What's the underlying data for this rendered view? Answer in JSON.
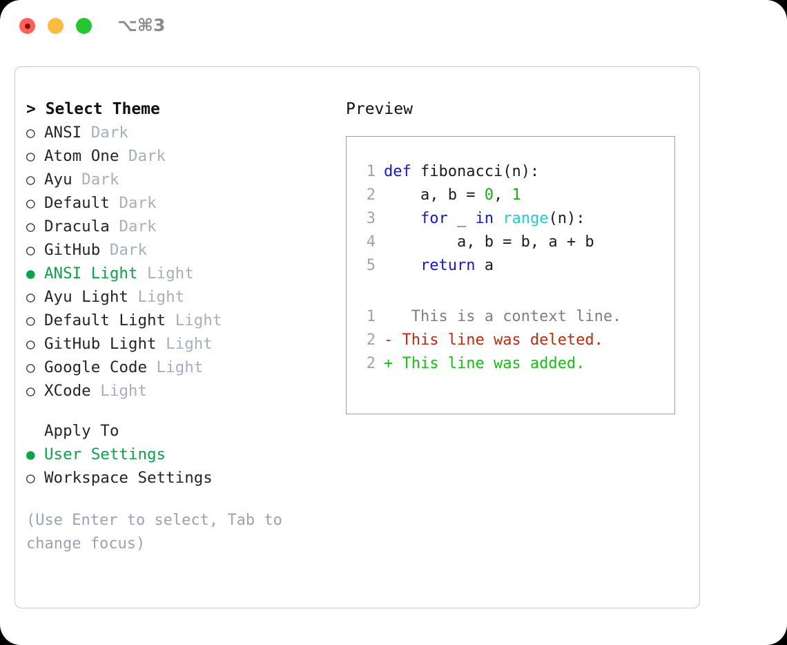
{
  "window": {
    "shortcut": "⌥⌘3",
    "traffic_lights": [
      "close",
      "minimize",
      "zoom"
    ]
  },
  "theme_panel": {
    "header": "> Select Theme",
    "items": [
      {
        "marker": "○",
        "name": "ANSI",
        "variant": "Dark",
        "selected": false
      },
      {
        "marker": "○",
        "name": "Atom One",
        "variant": "Dark",
        "selected": false
      },
      {
        "marker": "○",
        "name": "Ayu",
        "variant": "Dark",
        "selected": false
      },
      {
        "marker": "○",
        "name": "Default",
        "variant": "Dark",
        "selected": false
      },
      {
        "marker": "○",
        "name": "Dracula",
        "variant": "Dark",
        "selected": false
      },
      {
        "marker": "○",
        "name": "GitHub",
        "variant": "Dark",
        "selected": false
      },
      {
        "marker": "●",
        "name": "ANSI Light",
        "variant": "Light",
        "selected": true
      },
      {
        "marker": "○",
        "name": "Ayu Light",
        "variant": "Light",
        "selected": false
      },
      {
        "marker": "○",
        "name": "Default Light",
        "variant": "Light",
        "selected": false
      },
      {
        "marker": "○",
        "name": "GitHub Light",
        "variant": "Light",
        "selected": false
      },
      {
        "marker": "○",
        "name": "Google Code",
        "variant": "Light",
        "selected": false
      },
      {
        "marker": "○",
        "name": "XCode",
        "variant": "Light",
        "selected": false
      }
    ]
  },
  "apply_to": {
    "header": "Apply To",
    "options": [
      {
        "marker": "●",
        "label": "User Settings",
        "selected": true
      },
      {
        "marker": "○",
        "label": "Workspace Settings",
        "selected": false
      }
    ]
  },
  "hint": "(Use Enter to select, Tab to change focus)",
  "preview": {
    "header": "Preview",
    "code_lines": [
      {
        "number": "1",
        "tokens": [
          {
            "t": "def",
            "c": "kw"
          },
          {
            "t": " fibonacci(n):",
            "c": "pl"
          }
        ]
      },
      {
        "number": "2",
        "tokens": [
          {
            "t": "    a, b = ",
            "c": "pl"
          },
          {
            "t": "0",
            "c": "num"
          },
          {
            "t": ", ",
            "c": "pl"
          },
          {
            "t": "1",
            "c": "num"
          }
        ]
      },
      {
        "number": "3",
        "tokens": [
          {
            "t": "    ",
            "c": "pl"
          },
          {
            "t": "for",
            "c": "kw"
          },
          {
            "t": " _ ",
            "c": "pl"
          },
          {
            "t": "in",
            "c": "kw"
          },
          {
            "t": " ",
            "c": "pl"
          },
          {
            "t": "range",
            "c": "fn"
          },
          {
            "t": "(n):",
            "c": "pl"
          }
        ]
      },
      {
        "number": "4",
        "tokens": [
          {
            "t": "        a, b = b, a + b",
            "c": "pl"
          }
        ]
      },
      {
        "number": "5",
        "tokens": [
          {
            "t": "    ",
            "c": "pl"
          },
          {
            "t": "return",
            "c": "kw"
          },
          {
            "t": " a",
            "c": "pl"
          }
        ]
      }
    ],
    "diff_lines": [
      {
        "number": "1",
        "sign": " ",
        "text": "  This is a context line.",
        "kind": "dc"
      },
      {
        "number": "2",
        "sign": "-",
        "text": " This line was deleted.",
        "kind": "dd"
      },
      {
        "number": "2",
        "sign": "+",
        "text": " This line was added.",
        "kind": "da"
      }
    ]
  },
  "colors": {
    "accent_green": "#0aa547",
    "muted": "#a6b0bd",
    "keyword_blue": "#1515e0",
    "function_cyan": "#1ecfcf",
    "number_green": "#12b312",
    "diff_deleted_red": "#c22a0d",
    "diff_added_green": "#12c312",
    "border": "#c3c9d4",
    "preview_border": "#94a2b3"
  }
}
